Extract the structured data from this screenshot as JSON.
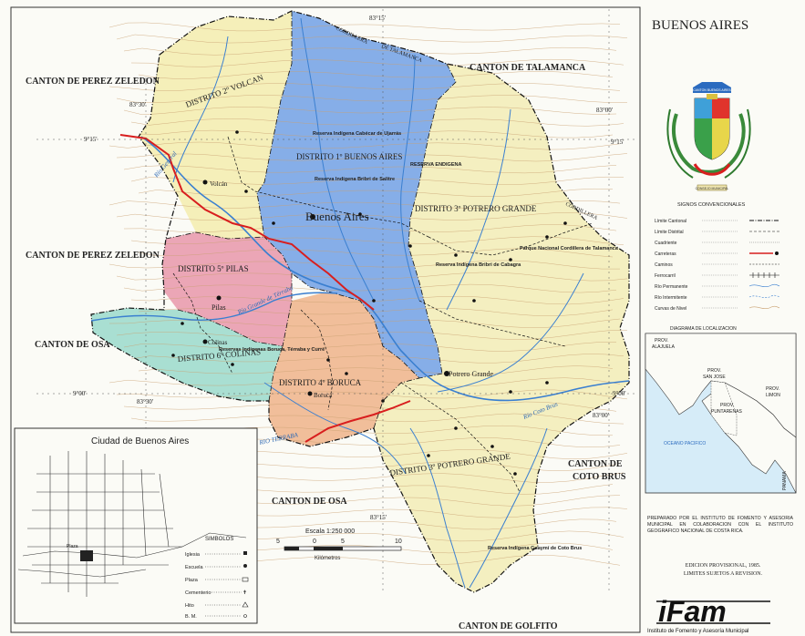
{
  "map": {
    "title": "BUENOS AIRES",
    "neighbors": {
      "perez_zeledon_n": "CANTON DE PEREZ ZELEDON",
      "perez_zeledon_s": "CANTON DE PEREZ ZELEDON",
      "talamanca": "CANTON DE TALAMANCA",
      "osa_w": "CANTON DE OSA",
      "osa_s": "CANTON DE OSA",
      "coto_brus_1": "CANTON DE",
      "coto_brus_2": "COTO BRUS",
      "golfito": "CANTON DE GOLFITO"
    },
    "districts": {
      "volcan": "DISTRITO 2º VOLCAN",
      "buenos_aires": "DISTRITO 1º BUENOS AIRES",
      "potrero_grande_n": "DISTRITO 3º POTRERO GRANDE",
      "pilas": "DISTRITO 5º PILAS",
      "colinas": "DISTRITO 6º COLINAS",
      "boruca": "DISTRITO 4º BORUCA",
      "potrero_grande_s": "DISTRITO 3º POTRERO GRANDE"
    },
    "towns": {
      "buenos_aires": "Buenos Aires",
      "potrero_grande": "Potrero Grande",
      "volcan": "Volcán",
      "pilas": "Pilas",
      "colinas": "Colinas",
      "boruca": "Boruca"
    },
    "reserves": {
      "cabecar": "Reserva Indígena Cabécar de Ujarrás",
      "salitre": "Reserva Indígena Bribri de Salitre",
      "cabagra": "Reserva Indígena Bribri de Cabagra",
      "talamanca_park": "Parque Nacional Cordillera de Talamanca",
      "boruca": "Reservas Indígenas Boruca, Térraba y Curré",
      "guaymi": "Reserva Indígena Guaymí de Coto Brus",
      "endigena": "RESERVA ENDIGENA"
    },
    "rivers": {
      "general": "Río General",
      "terraba": "RIO TERRABA",
      "coto_brus": "Río Coto Brus",
      "grande_terraba": "Río Grande de Térraba"
    },
    "coords": {
      "top_1": "83°15'",
      "top_2": "83°30'",
      "right_top": "83°00'",
      "lat_915_l": "9°15'",
      "lat_915_r": "9°15'",
      "lat_900_l": "9°00'",
      "lat_900_r": "9°00'",
      "bot_1": "83°30'",
      "bot_2": "83°15'",
      "bot_3": "83°00'"
    },
    "ridge_1": "CORDILLERA",
    "ridge_2": "DE TALAMANCA",
    "ridge_3": "CORDILLERA"
  },
  "inset_city": {
    "title": "Ciudad de Buenos Aires",
    "symbols_title": "SIMBOLOS",
    "plaza_label": "Plaza",
    "symbols": [
      "Iglesia",
      "Escuela",
      "Plaza",
      "Cementerio",
      "Hito",
      "B. M."
    ]
  },
  "scale": {
    "title": "Escala 1:250 000",
    "ticks": [
      "5",
      "0",
      "5",
      "10"
    ],
    "unit": "Kilómetros"
  },
  "legend": {
    "title": "SIGNOS CONVENCIONALES",
    "items": [
      "Límite Cantonal",
      "Límite Distrital",
      "Cuadriente",
      "Carreteras",
      "Caminos",
      "Ferrocarril",
      "Río Permanente",
      "Río Intermitente",
      "Curvas de Nivel"
    ],
    "crest_banner": "CANTON BUENOS AIRES",
    "crest_ribbon": "CONSEJO MUNICIPAL"
  },
  "location": {
    "title": "DIAGRAMA DE LOCALIZACION",
    "labels": {
      "alajuela_1": "PROV.",
      "alajuela_2": "ALAJUELA",
      "san_jose_1": "PROV.",
      "san_jose_2": "SAN JOSE",
      "limon_1": "PROV.",
      "limon_2": "LIMON",
      "puntarenas_1": "PROV.",
      "puntarenas_2": "PUNTARENAS",
      "pacifico": "OCEANO PACIFICO",
      "panama": "PANAMA"
    }
  },
  "credits": {
    "prepared": "PREPARADO POR EL INSTITUTO DE FOMENTO Y ASESORIA MUNICIPAL EN COLABORACION CON EL INSTITUTO GEOGRAFICO NACIONAL DE COSTA RICA.",
    "edition_1": "EDICION PROVISIONAL, 1985.",
    "edition_2": "LIMITES SUJETOS A REVISION.",
    "logo": "iFam",
    "logo_caption": "Instituto de Fomento y Asesoría Municipal"
  },
  "colors": {
    "volcan": "#f5efb9",
    "buenos_aires": "#86aee8",
    "potrero": "#f4efc0",
    "pilas": "#eba6b6",
    "colinas": "#a9dfd2",
    "boruca": "#f1be9a",
    "road": "#d81e1e",
    "river": "#3a7fd0"
  }
}
